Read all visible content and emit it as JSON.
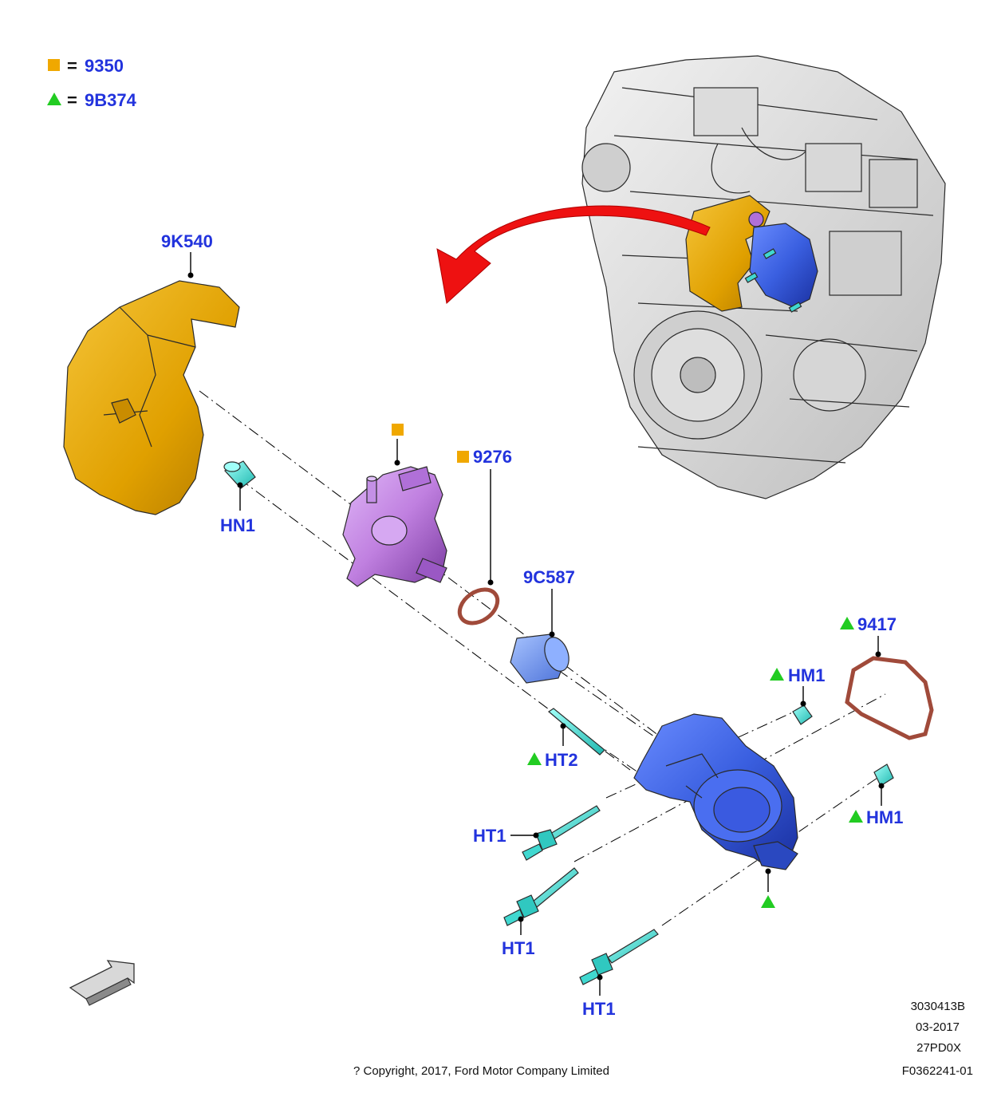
{
  "legend": {
    "items": [
      {
        "symbol": "square",
        "equals": "=",
        "code": "9350"
      },
      {
        "symbol": "triangle",
        "equals": "=",
        "code": "9B374"
      }
    ]
  },
  "labels": {
    "shield": "9K540",
    "nut_hn1": "HN1",
    "o_ring": "9276",
    "coupler": "9C587",
    "gasket": "9417",
    "stud_hm1_top": "HM1",
    "stud_hm1_right": "HM1",
    "bolt_ht2": "HT2",
    "bolt_ht1_a": "HT1",
    "bolt_ht1_b": "HT1",
    "bolt_ht1_c": "HT1"
  },
  "footer": {
    "ref_number": "3030413B",
    "date": "03-2017",
    "model_code": "27PD0X",
    "figure_id": "F0362241-01",
    "copyright": "? Copyright, 2017, Ford Motor Company Limited"
  },
  "colors": {
    "label_blue": "#2233dd",
    "square_orange": "#f0a800",
    "triangle_green": "#22cc22",
    "shield_gold": "#e6a200",
    "pump_purple": "#c080e0",
    "vacuum_blue": "#3a5fe0",
    "coupler_blue": "#6a90f0",
    "fastener_cyan": "#40d8d0",
    "gasket_brown": "#a04a3a",
    "arrow_red": "#ee1111"
  },
  "icons": [
    "square-marker-icon",
    "triangle-marker-icon",
    "front-direction-arrow-icon",
    "curved-red-arrow-icon"
  ]
}
